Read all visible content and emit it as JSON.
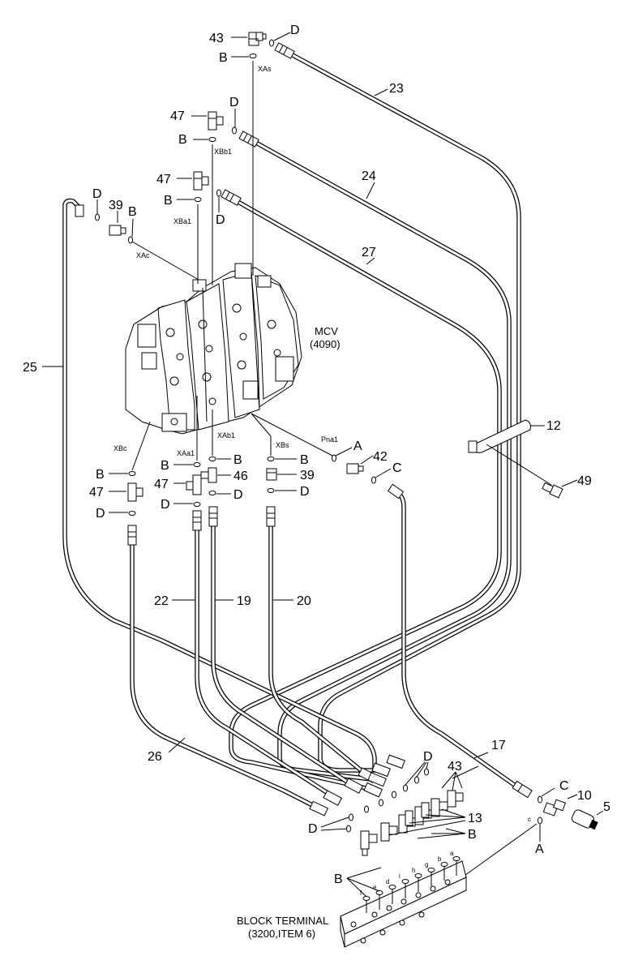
{
  "diagram": {
    "callouts": {
      "c43_top": "43",
      "cD_top": "D",
      "cB_top": "B",
      "c23": "23",
      "c47_a": "47",
      "cD_a": "D",
      "cB_a": "B",
      "c24": "24",
      "c47_b": "47",
      "cD_b": "D",
      "cB_b": "B",
      "c27": "27",
      "cD_left": "D",
      "c39_left": "39",
      "cB_left": "B",
      "c25": "25",
      "c12": "12",
      "c49": "49",
      "cA_pna": "A",
      "c42": "42",
      "cC_42": "C",
      "cB_xbc": "B",
      "c47_xbc": "47",
      "cD_xbc": "D",
      "cB_xaa": "B",
      "c47_xaa": "47",
      "cD_xaa": "D",
      "cB_xab": "B",
      "c46": "46",
      "cD_xab": "D",
      "cB_xbs": "B",
      "c39_xbs": "39",
      "cD_xbs": "D",
      "c22": "22",
      "c19": "19",
      "c20": "20",
      "c26": "26",
      "c17": "17",
      "cD_cluster": "D",
      "c43_cluster": "43",
      "c13": "13",
      "cD_low": "D",
      "cB_right": "B",
      "cB_lower": "B",
      "cC_10": "C",
      "c10": "10",
      "c5": "5",
      "cA_right": "A"
    },
    "ports": {
      "xas": "XAs",
      "xbb1": "XBb1",
      "xba1": "XBa1",
      "xac": "XAc",
      "pna1": "Pna1",
      "xbc": "XBc",
      "xaa1": "XAa1",
      "xab1": "XAb1",
      "xbs": "XBs"
    },
    "mcv": {
      "name": "MCV",
      "code": "(4090)"
    },
    "terminal": {
      "name": "BLOCK TERMINAL",
      "ref": "(3200,ITEM 6)",
      "letters": [
        "f",
        "e",
        "d",
        "i",
        "h",
        "g",
        "b",
        "a"
      ],
      "letter_c": "c"
    }
  }
}
